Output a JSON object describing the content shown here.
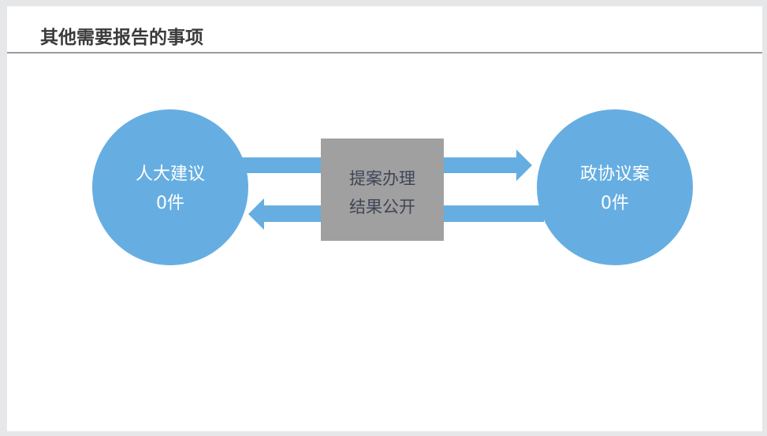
{
  "header": {
    "title": "其他需要报告的事项"
  },
  "diagram": {
    "left_node": {
      "label": "人大建议",
      "count": "0件"
    },
    "right_node": {
      "label": "政协议案",
      "count": "0件"
    },
    "center_box": {
      "line1": "提案办理",
      "line2": "结果公开"
    },
    "colors": {
      "node": "#66aee2",
      "box": "#a0a0a0",
      "arrow": "#66aee2"
    }
  }
}
